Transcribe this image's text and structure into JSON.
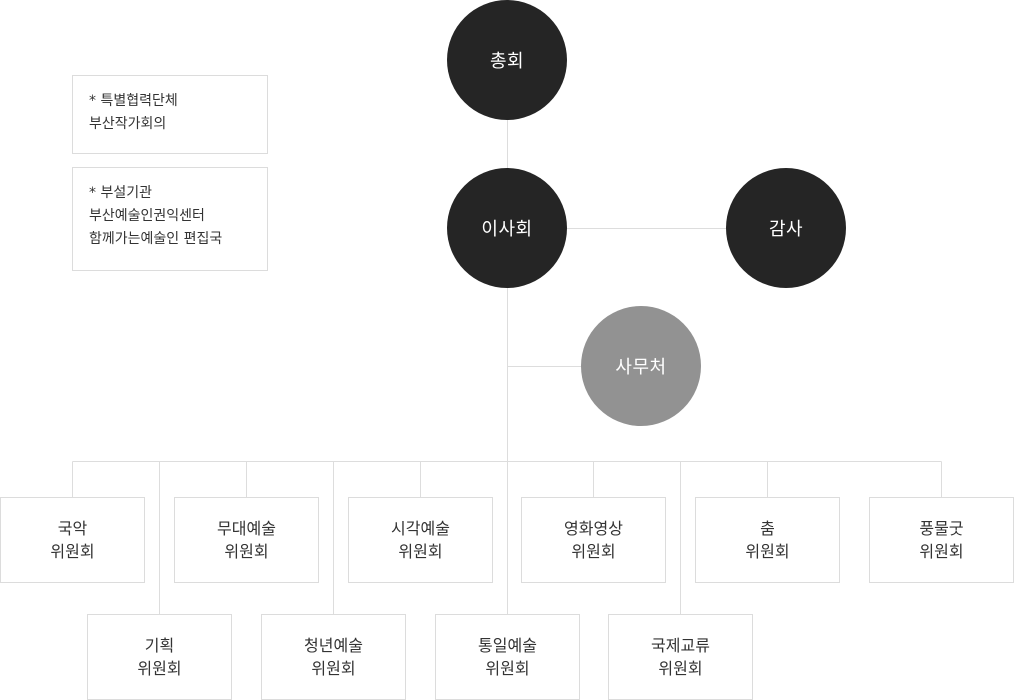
{
  "notes": [
    {
      "lines": [
        "* 특별협력단체",
        "부산작가회의"
      ]
    },
    {
      "lines": [
        "* 부설기관",
        "부산예술인권익센터",
        "함께가는예술인 편집국"
      ]
    }
  ],
  "nodes": {
    "general_assembly": "총회",
    "board": "이사회",
    "audit": "감사",
    "secretariat": "사무처"
  },
  "committees_top": [
    {
      "line1": "국악",
      "line2": "위원회"
    },
    {
      "line1": "무대예술",
      "line2": "위원회"
    },
    {
      "line1": "시각예술",
      "line2": "위원회"
    },
    {
      "line1": "영화영상",
      "line2": "위원회"
    },
    {
      "line1": "춤",
      "line2": "위원회"
    },
    {
      "line1": "풍물굿",
      "line2": "위원회"
    }
  ],
  "committees_bottom": [
    {
      "line1": "기획",
      "line2": "위원회"
    },
    {
      "line1": "청년예술",
      "line2": "위원회"
    },
    {
      "line1": "통일예술",
      "line2": "위원회"
    },
    {
      "line1": "국제교류",
      "line2": "위원회"
    }
  ],
  "colors": {
    "dark_node": "#252525",
    "gray_node": "#929292",
    "line": "#dddddd"
  }
}
